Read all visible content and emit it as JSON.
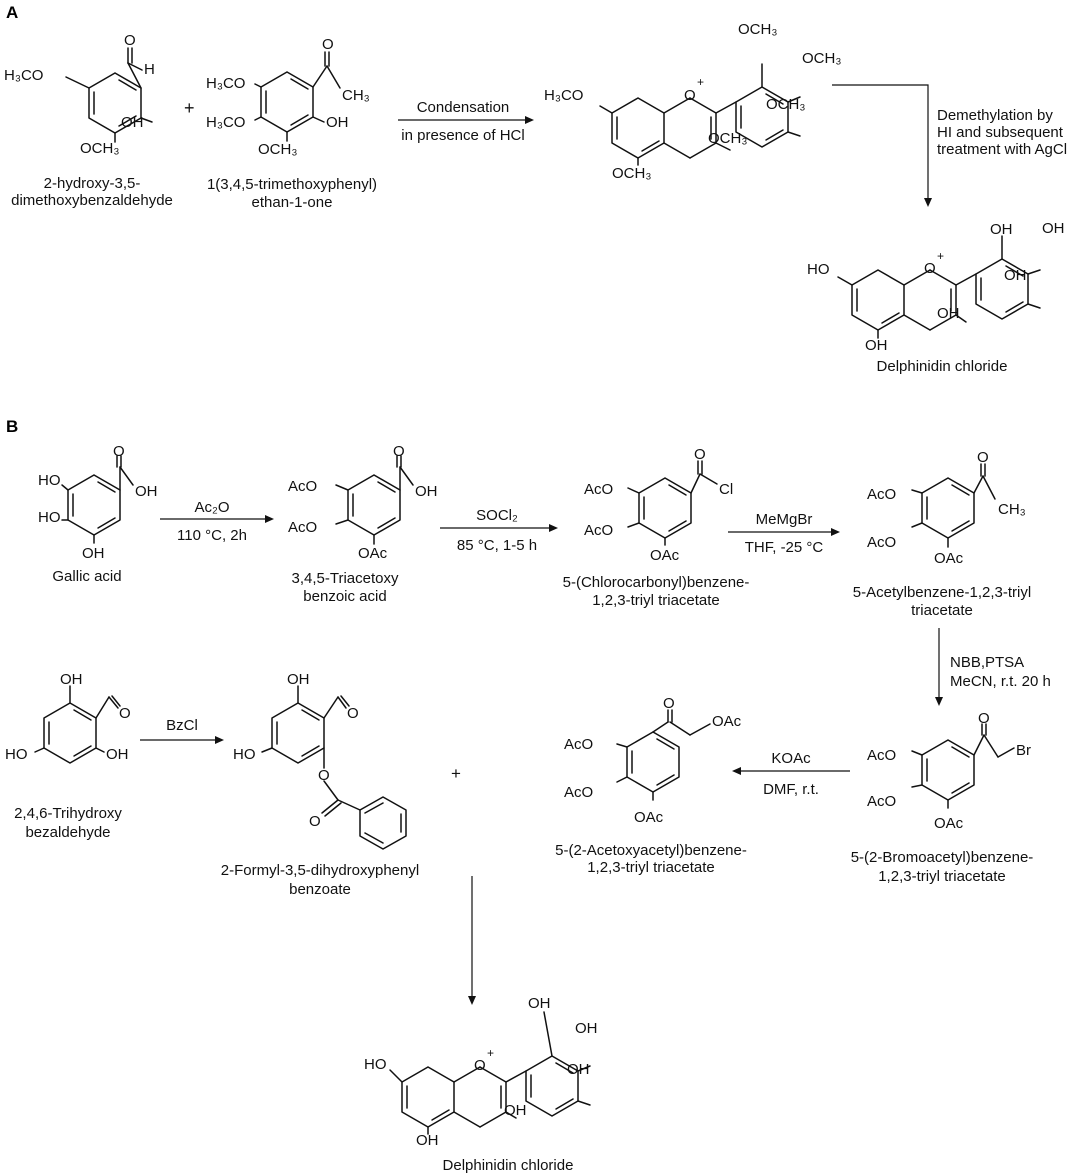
{
  "panels": {
    "a": "A",
    "b": "B"
  },
  "a": {
    "reactant1": {
      "name_l1": "2-hydroxy-3,5-",
      "name_l2": "dimethoxybenzaldehyde",
      "g_meo_top": "H₃CO",
      "g_cho_o": "O",
      "g_cho_h": "H",
      "g_oh": "OH",
      "g_ome": "OCH₃"
    },
    "plus": "+",
    "reactant2": {
      "name_l1": "1(3,4,5-trimethoxyphenyl)",
      "name_l2": "ethan-1-one",
      "g_meo1": "H₃CO",
      "g_meo2": "H₃CO",
      "g_co_o": "O",
      "g_ch3": "CH₃",
      "g_oh": "OH",
      "g_ome": "OCH₃"
    },
    "arrow1": {
      "above": "Condensation",
      "below": "in presence of HCl"
    },
    "intermediate": {
      "g_meo_left": "H₃CO",
      "g_o_plus": "O",
      "g_plus": "+",
      "g_ome_top": "OCH₃",
      "g_ome_r1": "OCH₃",
      "g_ome_r2": "OCH₃",
      "g_ome_c3": "OCH₃",
      "g_ome_bottom": "OCH₃"
    },
    "arrow2": {
      "l1": "Demethylation by",
      "l2": "HI and subsequent",
      "l3": "treatment with AgCl"
    },
    "product": {
      "name": "Delphinidin chloride",
      "g_ho_left": "HO",
      "g_o_plus": "O",
      "g_plus": "+",
      "g_oh_top": "OH",
      "g_oh_r1": "OH",
      "g_oh_r2": "OH",
      "g_oh_c3": "OH",
      "g_oh_bottom": "OH"
    }
  },
  "b": {
    "gallic": {
      "name": "Gallic acid",
      "g_ho1": "HO",
      "g_ho2": "HO",
      "g_oh_bottom": "OH",
      "g_o": "O",
      "g_oh": "OH"
    },
    "step1": {
      "above": "Ac₂O",
      "below": "110 °C, 2h"
    },
    "triacetoxy_acid": {
      "name_l1": "3,4,5-Triacetoxy",
      "name_l2": "benzoic acid",
      "g_aco1": "AcO",
      "g_aco2": "AcO",
      "g_oac": "OAc",
      "g_o": "O",
      "g_oh": "OH"
    },
    "step2": {
      "above": "SOCl₂",
      "below": "85 °C, 1-5 h"
    },
    "acid_chloride": {
      "name_l1": "5-(Chlorocarbonyl)benzene-",
      "name_l2": "1,2,3-triyl triacetate",
      "g_aco1": "AcO",
      "g_aco2": "AcO",
      "g_oac": "OAc",
      "g_o": "O",
      "g_cl": "Cl"
    },
    "step3": {
      "above": "MeMgBr",
      "below": "THF, -25 °C"
    },
    "acetyl": {
      "name_l1": "5-Acetylbenzene-1,2,3-triyl",
      "name_l2": "triacetate",
      "g_aco1": "AcO",
      "g_aco2": "AcO",
      "g_oac": "OAc",
      "g_o": "O",
      "g_ch3": "CH₃"
    },
    "step4": {
      "l1": "NBB,PTSA",
      "l2": "MeCN, r.t. 20 h"
    },
    "bromo": {
      "name_l1": "5-(2-Bromoacetyl)benzene-",
      "name_l2": "1,2,3-triyl triacetate",
      "g_aco1": "AcO",
      "g_aco2": "AcO",
      "g_oac": "OAc",
      "g_o": "O",
      "g_br": "Br"
    },
    "step5": {
      "above": "KOAc",
      "below": "DMF, r.t."
    },
    "acetoxyacetyl": {
      "name_l1": "5-(2-Acetoxyacetyl)benzene-",
      "name_l2": "1,2,3-triyl triacetate",
      "g_aco1": "AcO",
      "g_aco2": "AcO",
      "g_oac": "OAc",
      "g_o": "O",
      "g_oac2": "OAc"
    },
    "trihydroxy": {
      "name_l1": "2,4,6-Trihydroxy",
      "name_l2": "bezaldehyde",
      "g_oh_top": "OH",
      "g_ho": "HO",
      "g_oh_bottom": "OH",
      "g_o": "O"
    },
    "step6": {
      "above": "BzCl"
    },
    "formyl": {
      "name_l1": "2-Formyl-3,5-dihydroxyphenyl",
      "name_l2": "benzoate",
      "g_oh": "OH",
      "g_ho": "HO",
      "g_o_cho": "O",
      "g_o_ester": "O",
      "g_o_co": "O"
    },
    "plus": "+",
    "product": {
      "name": "Delphinidin chloride",
      "g_ho_left": "HO",
      "g_o_plus": "O",
      "g_plus": "+",
      "g_oh_top": "OH",
      "g_oh_r1": "OH",
      "g_oh_r2": "OH",
      "g_oh_c3": "OH",
      "g_oh_bottom": "OH"
    }
  }
}
